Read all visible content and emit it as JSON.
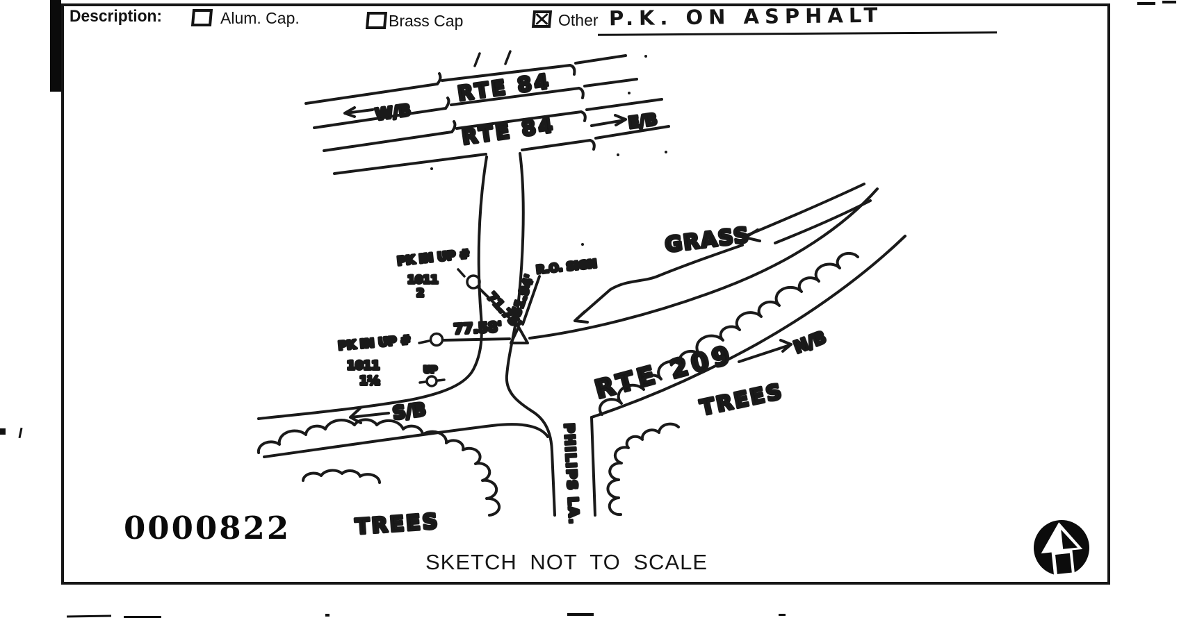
{
  "form": {
    "description_label": "Description:",
    "checkbox_alum_label": "Alum. Cap.",
    "checkbox_brass_label": "Brass Cap",
    "checkbox_other_label": "Other",
    "other_checked": true,
    "other_value": "P.K. ON ASPHALT",
    "stamp_number": "0000822",
    "sketch_note": "SKETCH NOT TO SCALE"
  },
  "sketch": {
    "rte84_label_1": "RTE 84",
    "rte84_label_2": "RTE 84",
    "wb_label": "W/B",
    "eb_label": "E/B",
    "rte209_label": "RTE 209",
    "nb_label": "N/B",
    "sb_label": "S/B",
    "philips_label": "PHILIPS LA.",
    "grass_label": "GRASS",
    "sign_label": "R.O. SIGN",
    "trees_left_label": "TREES",
    "trees_right_label": "TREES",
    "pk1": {
      "line1": "PK IN UP #",
      "line2": "1011",
      "line3": "2"
    },
    "pk2": {
      "line1": "PK IN UP #",
      "line2": "1011",
      "line3": "1½"
    },
    "up_label": "UP",
    "dist_71": "71.75'",
    "dist_51": "51.94'",
    "dist_77": "77.58'"
  },
  "colors": {
    "ink": "#161616",
    "paper": "#ffffff"
  }
}
